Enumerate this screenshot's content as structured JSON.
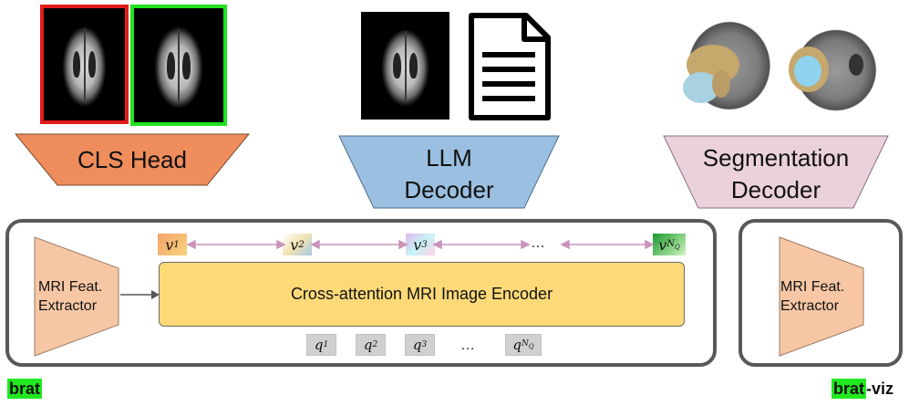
{
  "heads": {
    "cls": "CLS Head",
    "llm_line1": "LLM",
    "llm_line2": "Decoder",
    "seg_line1": "Segmentation",
    "seg_line2": "Decoder"
  },
  "extractor": {
    "left_line1": "MRI Feat.",
    "left_line2": "Extractor",
    "right_line1": "MRI Feat.",
    "right_line2": "Extractor"
  },
  "encoder_label": "Cross-attention MRI Image Encoder",
  "v_tokens": {
    "v1": "v",
    "v1_sub": "1",
    "v2": "v",
    "v2_sub": "2",
    "v3": "v",
    "v3_sub": "3",
    "vn": "v",
    "vn_sub": "N",
    "vn_subsub": "Q",
    "ellipsis": "…"
  },
  "q_tokens": {
    "q1": "q",
    "q1_sub": "1",
    "q2": "q",
    "q2_sub": "2",
    "q3": "q",
    "q3_sub": "3",
    "qn": "q",
    "qn_sub": "N",
    "qn_subsub": "Q",
    "ellipsis": "…"
  },
  "tags": {
    "left_highlight": "brat",
    "right_highlight": "brat",
    "right_suffix": "-viz"
  },
  "colors": {
    "cls_head": "#ef8d5c",
    "llm_decoder": "#9bbfe0",
    "seg_decoder": "#ead1dc",
    "extractor": "#f7c7a5",
    "encoder": "#fdd978",
    "highlight": "#22e81f",
    "cls_wrong": "#e21b1b",
    "cls_right": "#1fe21f",
    "arrow": "#c994b9"
  },
  "icons": [
    "brain-mri-image",
    "document-icon",
    "segmentation-overlay-image"
  ]
}
